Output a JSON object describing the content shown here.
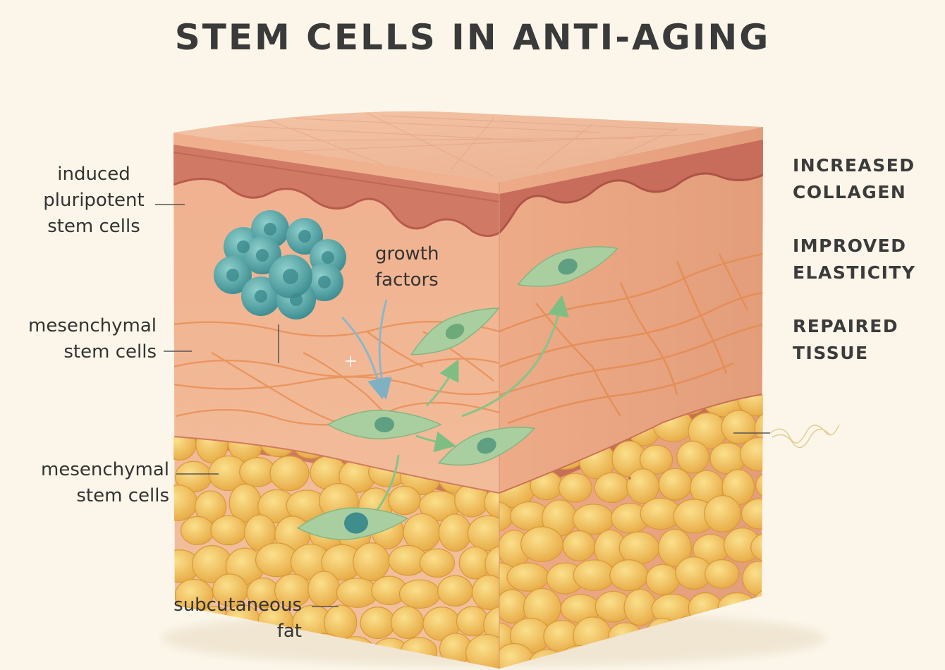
{
  "title": "STEM CELLS IN ANTI-AGING",
  "labels": {
    "ipsc": "induced\npluripotent\nstem cells",
    "msc_upper": "mesenchymal\nstem cells",
    "msc_lower": "mesenchymal\nstem cells",
    "growth_factors": "growth\nfactors",
    "subcutaneous_fat": "subcutaneous\nfat"
  },
  "benefits": [
    "INCREASED\nCOLLAGEN",
    "IMPROVED\nELASTICITY",
    "REPAIRED\nTISSUE"
  ],
  "colors": {
    "background": "#fbf6e9",
    "skin_top": "#eeaf8c",
    "skin_front": "#f1b796",
    "skin_side": "#e9a885",
    "epidermis_band": "#c96a5a",
    "fiber": "#e8935a",
    "fat": "#f1c15c",
    "fat_shadow": "#d99a38",
    "ipsc_cluster": "#4fa3a3",
    "msc_cell": "#a8cd9e",
    "arrow_blue": "#7fb0c4",
    "arrow_green": "#7fbe83"
  },
  "icons": {
    "ipsc": "cell-cluster-icon",
    "msc": "spindle-cell-icon"
  }
}
